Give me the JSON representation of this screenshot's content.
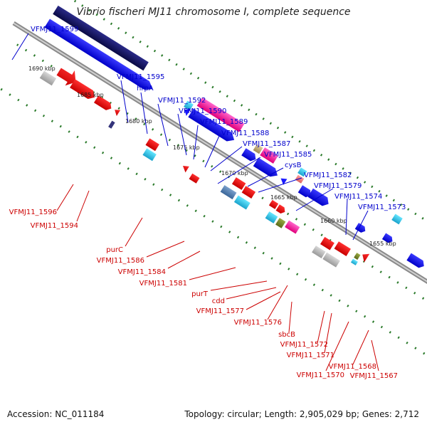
{
  "title": "Vibrio fischeri MJ11 chromosome I, complete sequence",
  "footer": {
    "accession": "Accession: NC_011184",
    "summary": "Topology: circular; Length: 2,905,029 bp; Genes: 2,712"
  },
  "ruler": [
    "1690 kbp",
    "1685 kbp",
    "1680 kbp",
    "1675 kbp",
    "1670 kbp",
    "1665 kbp",
    "1660 kbp",
    "1655 kbp"
  ],
  "labels_forward": [
    "VFMJ11_1599",
    "VFMJ11_1595",
    "hrpA",
    "VFMJ11_1592",
    "VFMJ11_1590",
    "VFMJ11_1589",
    "VFMJ11_1588",
    "VFMJ11_1587",
    "VFMJ11_1585",
    "cysB",
    "VFMJ11_1582",
    "VFMJ11_1579",
    "VFMJ11_1574",
    "VFMJ11_1573"
  ],
  "labels_reverse": [
    "VFMJ11_1596",
    "VFMJ11_1594",
    "purC",
    "VFMJ11_1586",
    "VFMJ11_1584",
    "VFMJ11_1581",
    "purT",
    "cdd",
    "VFMJ11_1577",
    "VFMJ11_1576",
    "sbcB",
    "VFMJ11_1572",
    "VFMJ11_1571",
    "VFMJ11_1568",
    "VFMJ11_1570",
    "VFMJ11_1567"
  ],
  "colors": {
    "forward": "#1a1aff",
    "reverse": "#ee1111",
    "forward_label": "#0000cc",
    "reverse_label": "#cc0000",
    "backbone": "#8a8a8a",
    "tick": "#2a7a2a"
  }
}
